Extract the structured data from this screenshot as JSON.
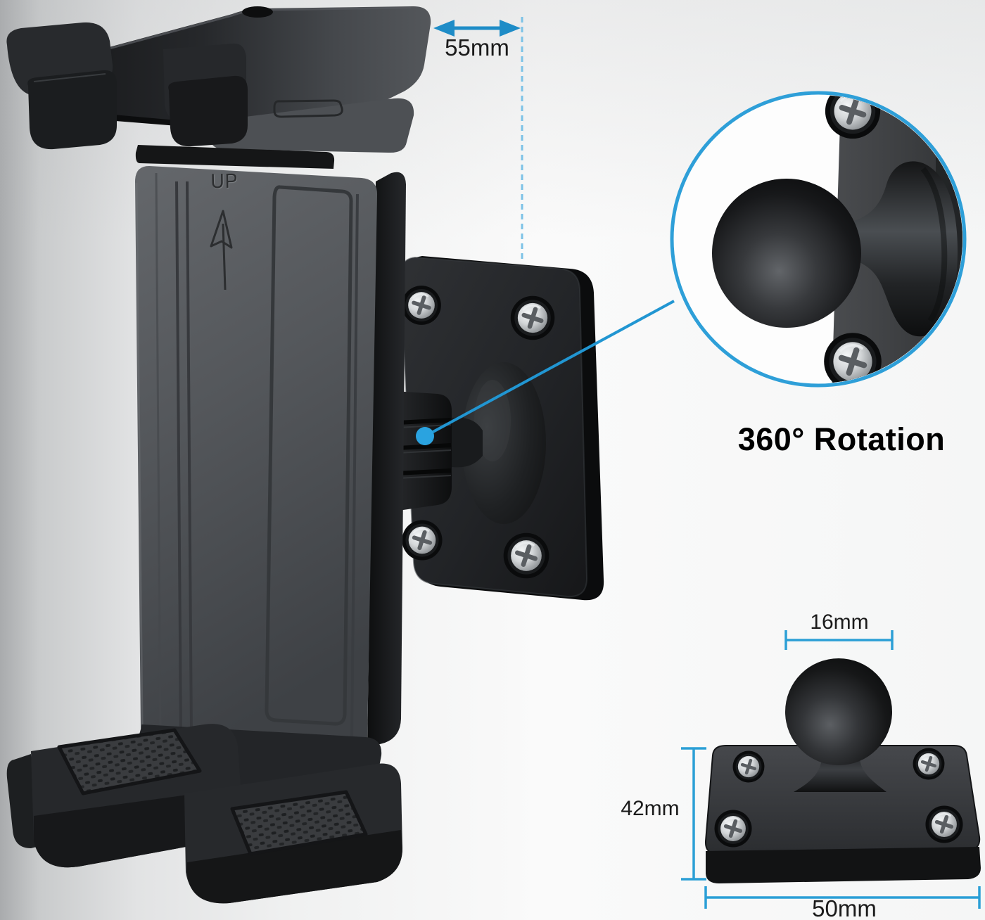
{
  "product": {
    "up_marking": "UP"
  },
  "callout": {
    "label": "360° Rotation"
  },
  "dimensions": {
    "clamp_width": "55mm",
    "ball_diameter": "16mm",
    "plate_height": "42mm",
    "plate_width": "50mm"
  },
  "colors": {
    "accent_blue": "#1e8cc7",
    "dashed_blue": "#7cc2e6",
    "dimension_blue": "#2b9fd6",
    "callout_ring_blue": "#2e9fd8",
    "leader_dot_blue": "#2aa3e0",
    "label_black": "#1b1b1b"
  },
  "icons": {
    "dimension_arrow": "double-headed-arrow",
    "up_arrow": "up-arrow",
    "leader_dot": "dot",
    "screw": "phillips-screw"
  }
}
